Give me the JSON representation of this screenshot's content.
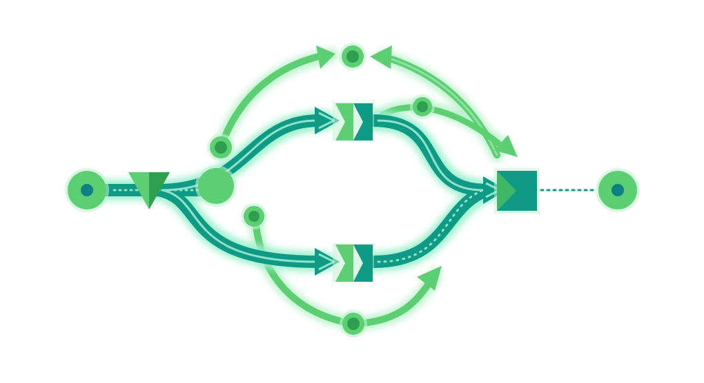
{
  "diagram": {
    "kind": "flow-network",
    "text_labels": [],
    "colors": {
      "background": "#ffffff",
      "teal": "#0f9a86",
      "teal_dark": "#0b7f6e",
      "teal_light": "#8fe3c9",
      "green": "#5ccf72",
      "green_mid": "#3fb865",
      "green_dark": "#2e9e4f",
      "glow": "#bff2cf"
    },
    "nodes": [
      {
        "id": "source-node",
        "shape": "ring-dot"
      },
      {
        "id": "split-triangle",
        "shape": "triangle-down"
      },
      {
        "id": "merge-circle",
        "shape": "circle"
      },
      {
        "id": "top-chevron-block",
        "shape": "chevron-square"
      },
      {
        "id": "bottom-chevron-block",
        "shape": "chevron-square"
      },
      {
        "id": "target-square",
        "shape": "square"
      },
      {
        "id": "sink-node",
        "shape": "ring-dot"
      },
      {
        "id": "arc-node-top",
        "shape": "ring"
      },
      {
        "id": "arc-node-upper-right",
        "shape": "ring"
      },
      {
        "id": "arc-node-left",
        "shape": "ring"
      },
      {
        "id": "arc-node-lower-left",
        "shape": "ring"
      },
      {
        "id": "arc-node-bottom",
        "shape": "ring"
      }
    ],
    "connections": [
      {
        "from": "source-node",
        "to": "split-triangle",
        "style": "teal-dotted-band"
      },
      {
        "from": "split-triangle",
        "to": "top-chevron-block",
        "style": "teal-band-arrow"
      },
      {
        "from": "split-triangle",
        "to": "bottom-chevron-block",
        "style": "teal-band-arrow"
      },
      {
        "from": "top-chevron-block",
        "to": "target-square",
        "style": "teal-band-arrow"
      },
      {
        "from": "bottom-chevron-block",
        "to": "target-square",
        "style": "teal-band-arrow"
      },
      {
        "from": "target-square",
        "to": "sink-node",
        "style": "dotted-line"
      },
      {
        "from": "arc-node-left",
        "to": "arc-node-top",
        "style": "green-arc-arrow"
      },
      {
        "from": "target-square",
        "to": "arc-node-top",
        "style": "green-arc-arrow"
      },
      {
        "from": "arc-node-upper-right",
        "to": "target-square",
        "style": "green-arc-arrow"
      },
      {
        "from": "arc-node-lower-left",
        "to": "arc-node-bottom",
        "style": "green-arc"
      },
      {
        "from": "arc-node-bottom",
        "to": "bottom-chevron-block",
        "style": "green-arc-arrow"
      }
    ]
  }
}
